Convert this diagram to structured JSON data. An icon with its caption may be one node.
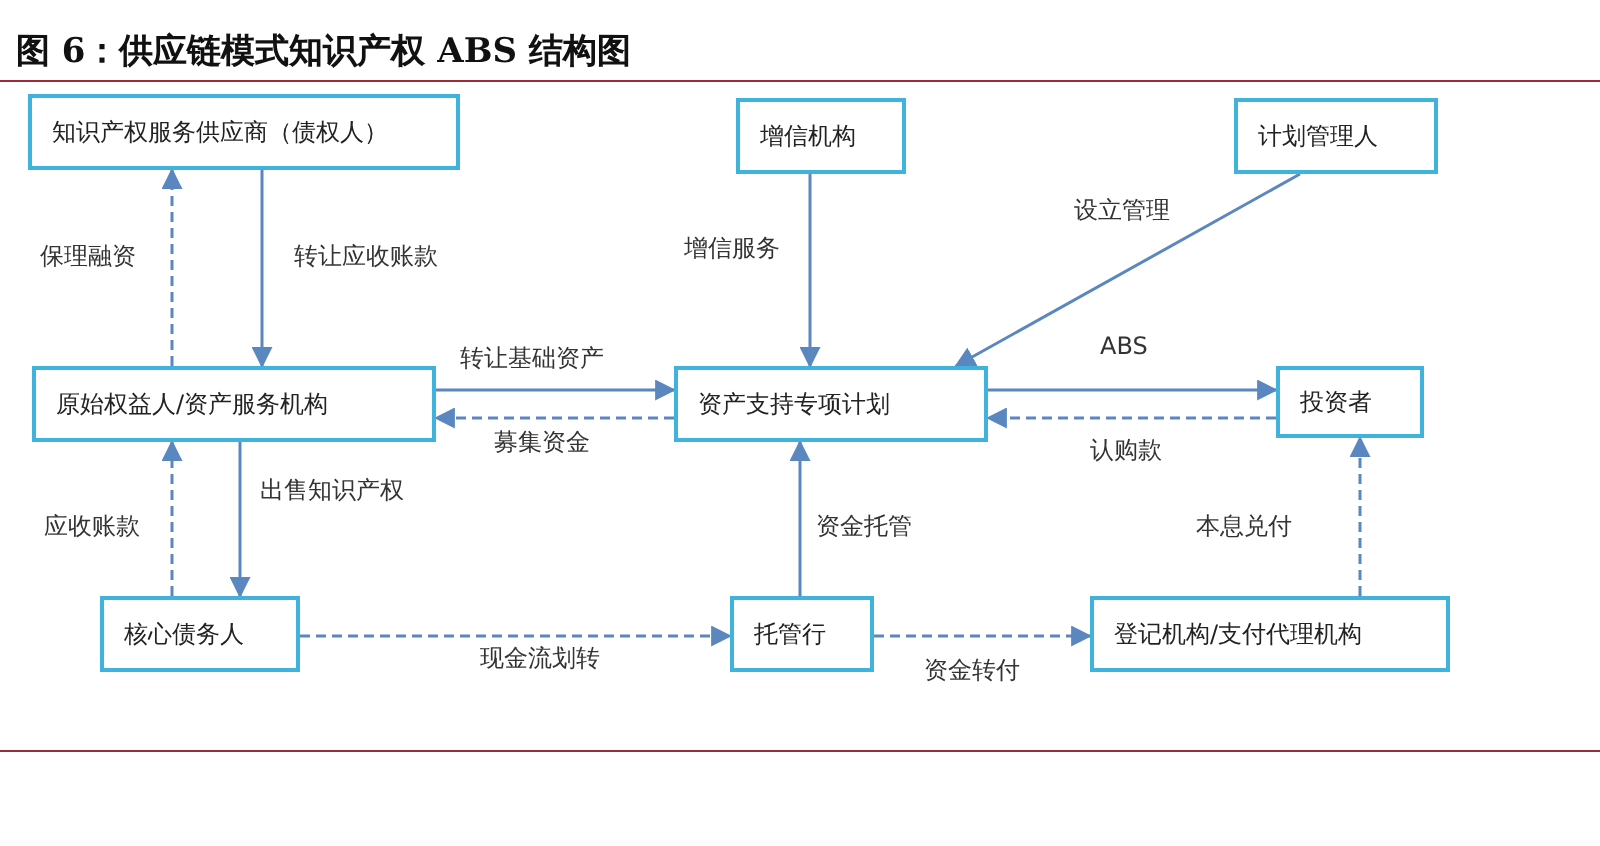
{
  "diagram": {
    "title": "图 6：供应链模式知识产权 ABS 结构图",
    "nodes": [
      {
        "text": [
          "知识产权服务供应商（债权人）"
        ]
      },
      {
        "text": [
          "增信机构"
        ]
      },
      {
        "text": [
          "计划管理人"
        ]
      },
      {
        "text": [
          "原始权益人/资产服务机构"
        ]
      },
      {
        "text": [
          "资产支持专项计划"
        ]
      },
      {
        "text": [
          "投资者"
        ]
      },
      {
        "text": [
          "核心债务人"
        ]
      },
      {
        "text": [
          "托管行"
        ]
      },
      {
        "text": [
          "登记机构/支付代理机构"
        ]
      }
    ],
    "edges": [
      {
        "from": 0,
        "to": 3,
        "arrow": "to",
        "label": "转让应收账款"
      },
      {
        "from": 3,
        "to": 0,
        "arrow": "to",
        "label": "保理融资",
        "style": "dashed"
      },
      {
        "from": 1,
        "to": 4,
        "arrow": "to",
        "label": "增信服务"
      },
      {
        "from": 2,
        "to": 4,
        "arrow": "to",
        "label": "设立管理"
      },
      {
        "from": 3,
        "to": 4,
        "arrow": "to",
        "label": "转让基础资产"
      },
      {
        "from": 4,
        "to": 3,
        "arrow": "to",
        "label": "募集资金",
        "style": "dashed"
      },
      {
        "from": 4,
        "to": 5,
        "arrow": "to",
        "label": "ABS"
      },
      {
        "from": 5,
        "to": 4,
        "arrow": "to",
        "label": "认购款",
        "style": "dashed"
      },
      {
        "from": 3,
        "to": 6,
        "arrow": "to",
        "label": "出售知识产权"
      },
      {
        "from": 6,
        "to": 3,
        "arrow": "to",
        "label": "应收账款",
        "style": "dashed"
      },
      {
        "from": 7,
        "to": 4,
        "arrow": "to",
        "label": "资金托管"
      },
      {
        "from": 6,
        "to": 7,
        "arrow": "to",
        "label": "现金流划转",
        "style": "dashed"
      },
      {
        "from": 7,
        "to": 8,
        "arrow": "to",
        "label": "资金转付",
        "style": "dashed"
      },
      {
        "from": 8,
        "to": 5,
        "arrow": "to",
        "label": "本息兑付",
        "style": "dashed"
      }
    ]
  }
}
